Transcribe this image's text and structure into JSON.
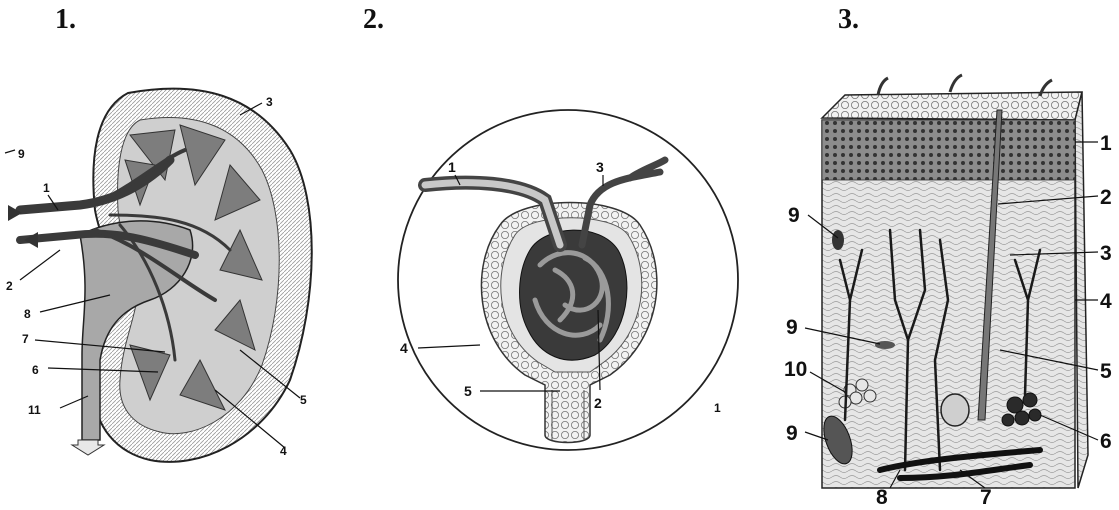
{
  "panels": [
    {
      "number": "1.",
      "labels": {
        "l1": "1",
        "l2": "2",
        "l3": "3",
        "l4": "4",
        "l5": "5",
        "l6": "6",
        "l7": "7",
        "l8": "8",
        "l9": "9",
        "l11": "11"
      }
    },
    {
      "number": "2.",
      "labels": {
        "l1": "1",
        "l2": "2",
        "l3": "3",
        "l4": "4",
        "l5": "5",
        "stray": "1"
      }
    },
    {
      "number": "3.",
      "labels": {
        "l1": "1",
        "l2": "2",
        "l3": "3",
        "l4": "4",
        "l5": "5",
        "l6": "6",
        "l7": "7",
        "l8": "8",
        "l9a": "9",
        "l9b": "9",
        "l9c": "9",
        "l10": "10"
      }
    }
  ],
  "colors": {
    "ink": "#111111",
    "cortex": "#d4d4d4",
    "medulla": "#8a8a8a",
    "vessel": "#555555",
    "skin": "#e2e2e2"
  }
}
